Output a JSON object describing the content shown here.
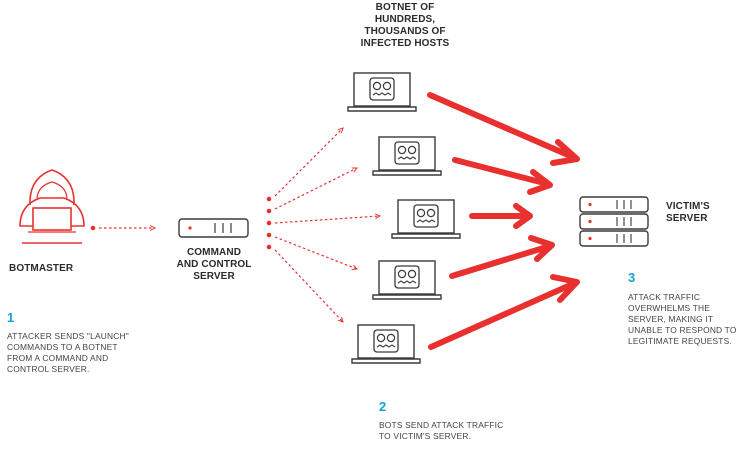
{
  "colors": {
    "accent": "#e8312f",
    "step_number": "#18a0d6",
    "text": "#2b2b2b",
    "device_stroke": "#3a3a3a"
  },
  "labels": {
    "botnet": [
      "BOTNET OF",
      "HUNDREDS,",
      "THOUSANDS OF",
      "INFECTED HOSTS"
    ],
    "botmaster": "BOTMASTER",
    "cnc_server": [
      "COMMAND",
      "AND CONTROL",
      "SERVER"
    ],
    "victim_server": [
      "VICTIM'S",
      "SERVER"
    ]
  },
  "steps": [
    {
      "number": "1",
      "text": [
        "ATTACKER SENDS \"LAUNCH\"",
        "COMMANDS TO A BOTNET",
        "FROM A COMMAND AND",
        "CONTROL SERVER."
      ]
    },
    {
      "number": "2",
      "text": [
        "BOTS SEND ATTACK TRAFFIC",
        "TO VICTIM'S SERVER."
      ]
    },
    {
      "number": "3",
      "text": [
        "ATTACK TRAFFIC",
        "OVERWHELMS THE",
        "SERVER, MAKING IT",
        "UNABLE TO RESPOND TO",
        "LEGITIMATE REQUESTS."
      ]
    }
  ],
  "icons": {
    "botmaster": "hooded-hacker-icon",
    "cnc_server": "server-icon",
    "bots": "infected-laptop-icon",
    "victim": "server-stack-icon"
  }
}
